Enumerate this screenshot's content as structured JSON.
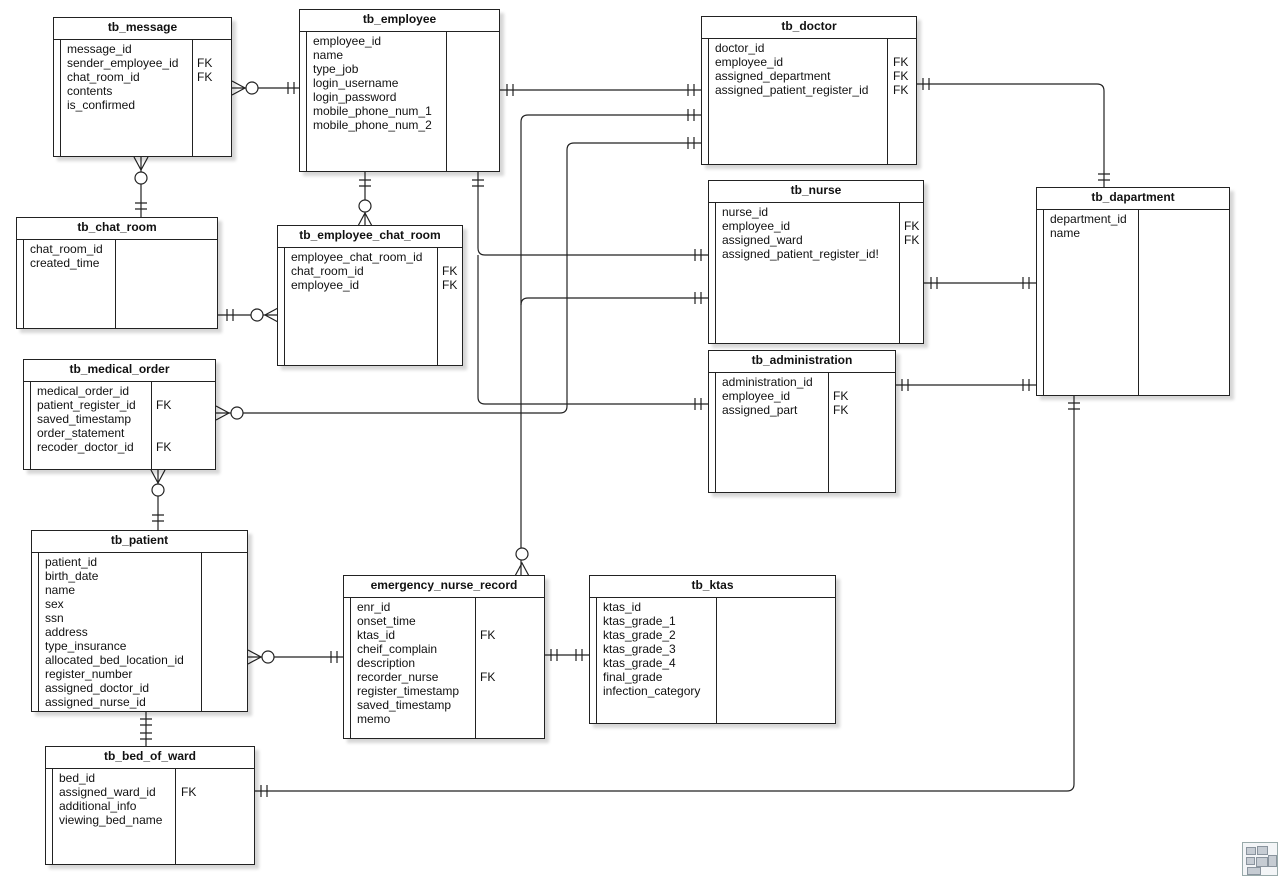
{
  "tables": [
    {
      "name": "tb_message",
      "fields": [
        {
          "name": "message_id",
          "key": ""
        },
        {
          "name": "sender_employee_id",
          "key": "FK"
        },
        {
          "name": "chat_room_id",
          "key": "FK"
        },
        {
          "name": "contents",
          "key": ""
        },
        {
          "name": "is_confirmed",
          "key": ""
        }
      ]
    },
    {
      "name": "tb_employee",
      "fields": [
        {
          "name": "employee_id",
          "key": ""
        },
        {
          "name": "name",
          "key": ""
        },
        {
          "name": "type_job",
          "key": ""
        },
        {
          "name": "login_username",
          "key": ""
        },
        {
          "name": "login_password",
          "key": ""
        },
        {
          "name": "mobile_phone_num_1",
          "key": ""
        },
        {
          "name": "mobile_phone_num_2",
          "key": ""
        }
      ]
    },
    {
      "name": "tb_doctor",
      "fields": [
        {
          "name": "doctor_id",
          "key": ""
        },
        {
          "name": "employee_id",
          "key": "FK"
        },
        {
          "name": "assigned_department",
          "key": "FK"
        },
        {
          "name": "assigned_patient_register_id",
          "key": "FK"
        }
      ]
    },
    {
      "name": "tb_chat_room",
      "fields": [
        {
          "name": "chat_room_id",
          "key": ""
        },
        {
          "name": "created_time",
          "key": ""
        }
      ]
    },
    {
      "name": "tb_employee_chat_room",
      "fields": [
        {
          "name": "employee_chat_room_id",
          "key": ""
        },
        {
          "name": "chat_room_id",
          "key": "FK"
        },
        {
          "name": "employee_id",
          "key": "FK"
        }
      ]
    },
    {
      "name": "tb_nurse",
      "fields": [
        {
          "name": "nurse_id",
          "key": ""
        },
        {
          "name": "employee_id",
          "key": "FK"
        },
        {
          "name": "assigned_ward",
          "key": "FK"
        },
        {
          "name": "assigned_patient_register_id!",
          "key": ""
        }
      ]
    },
    {
      "name": "tb_dapartment",
      "fields": [
        {
          "name": "department_id",
          "key": ""
        },
        {
          "name": "name",
          "key": ""
        }
      ]
    },
    {
      "name": "tb_medical_order",
      "fields": [
        {
          "name": "medical_order_id",
          "key": ""
        },
        {
          "name": "patient_register_id",
          "key": "FK"
        },
        {
          "name": "saved_timestamp",
          "key": ""
        },
        {
          "name": "order_statement",
          "key": ""
        },
        {
          "name": "recoder_doctor_id",
          "key": "FK"
        }
      ]
    },
    {
      "name": "tb_administration",
      "fields": [
        {
          "name": "administration_id",
          "key": ""
        },
        {
          "name": "employee_id",
          "key": "FK"
        },
        {
          "name": "assigned_part",
          "key": "FK"
        }
      ]
    },
    {
      "name": "tb_patient",
      "fields": [
        {
          "name": "patient_id",
          "key": ""
        },
        {
          "name": "birth_date",
          "key": ""
        },
        {
          "name": "name",
          "key": ""
        },
        {
          "name": "sex",
          "key": ""
        },
        {
          "name": "ssn",
          "key": ""
        },
        {
          "name": "address",
          "key": ""
        },
        {
          "name": "type_insurance",
          "key": ""
        },
        {
          "name": "allocated_bed_location_id",
          "key": ""
        },
        {
          "name": "register_number",
          "key": ""
        },
        {
          "name": "assigned_doctor_id",
          "key": ""
        },
        {
          "name": "assigned_nurse_id",
          "key": ""
        }
      ]
    },
    {
      "name": "emergency_nurse_record",
      "fields": [
        {
          "name": "enr_id",
          "key": ""
        },
        {
          "name": "onset_time",
          "key": ""
        },
        {
          "name": "ktas_id",
          "key": "FK"
        },
        {
          "name": "cheif_complain",
          "key": ""
        },
        {
          "name": "description",
          "key": ""
        },
        {
          "name": "recorder_nurse",
          "key": "FK"
        },
        {
          "name": "register_timestamp",
          "key": ""
        },
        {
          "name": "saved_timestamp",
          "key": ""
        },
        {
          "name": "memo",
          "key": ""
        }
      ]
    },
    {
      "name": "tb_ktas",
      "fields": [
        {
          "name": "ktas_id",
          "key": ""
        },
        {
          "name": "ktas_grade_1",
          "key": ""
        },
        {
          "name": "ktas_grade_2",
          "key": ""
        },
        {
          "name": "ktas_grade_3",
          "key": ""
        },
        {
          "name": "ktas_grade_4",
          "key": ""
        },
        {
          "name": "final_grade",
          "key": ""
        },
        {
          "name": "infection_category",
          "key": ""
        }
      ]
    },
    {
      "name": "tb_bed_of_ward",
      "fields": [
        {
          "name": "bed_id",
          "key": ""
        },
        {
          "name": "assigned_ward_id",
          "key": "FK"
        },
        {
          "name": "additional_info",
          "key": ""
        },
        {
          "name": "viewing_bed_name",
          "key": ""
        }
      ]
    }
  ]
}
